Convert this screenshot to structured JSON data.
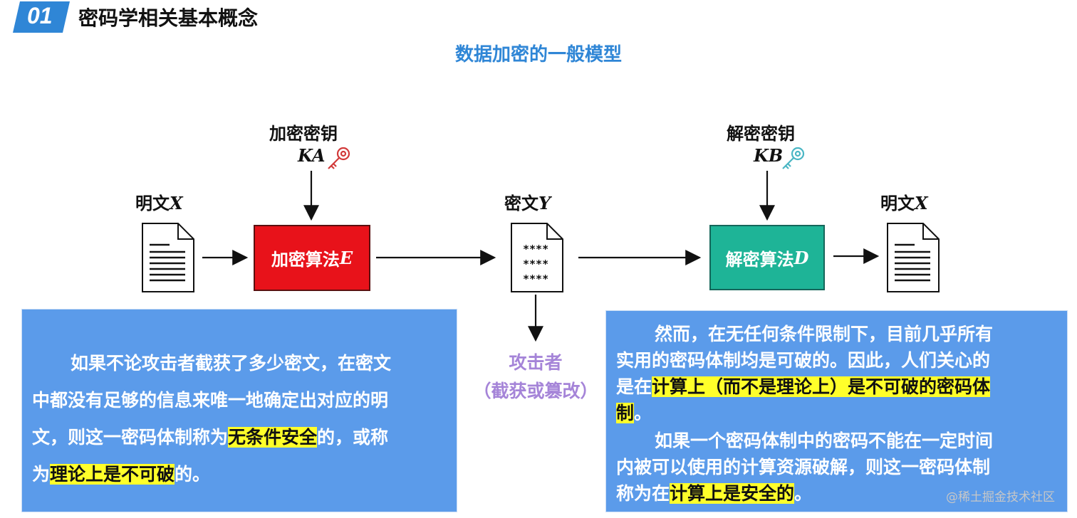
{
  "header": {
    "number": "01",
    "title": "密码学相关基本概念",
    "badge_color": "#2f86d6"
  },
  "diagram": {
    "title": "数据加密的一般模型",
    "plaintext_left": {
      "label": "明文",
      "var": "X"
    },
    "enc_key": {
      "label": "加密密钥",
      "var": "KA",
      "icon": "red-key-icon"
    },
    "enc_algo": {
      "label": "加密算法",
      "var": "E",
      "color": "#e8121a"
    },
    "ciphertext": {
      "label": "密文",
      "var": "Y",
      "lines": [
        "****",
        "****",
        "****"
      ]
    },
    "attacker": {
      "line1": "攻击者",
      "line2": "（截获或篡改）",
      "color": "#a584d8"
    },
    "dec_key": {
      "label": "解密密钥",
      "var": "KB",
      "icon": "teal-key-icon"
    },
    "dec_algo": {
      "label": "解密算法",
      "var": "D",
      "color": "#1eb497"
    },
    "plaintext_right": {
      "label": "明文",
      "var": "X"
    }
  },
  "left_panel": {
    "t1": "如果不论攻击者截获了多少密文，在密文",
    "t2": "中都没有足够的信息来唯一地确定出对应的明",
    "t3": "文，则这一密码体制称为",
    "h1": "无条件安全",
    "t4": "的，或称",
    "t5": "为",
    "h2": "理论上是不可破",
    "t6": "的。"
  },
  "right_panel": {
    "p1a": "然而，在无任何条件限制下，目前几乎所有",
    "p1b": "实用的密码体制均是可破的。因此，人们关心的",
    "p1c": "是在",
    "h1": "计算上（而不是理论上）是不可破的密码体",
    "h1b": "制",
    "p1d": "。",
    "p2a": "如果一个密码体制中的密码不能在一定时间",
    "p2b": "内被可以使用的计算资源破解，则这一密码体制",
    "p2c": "称为在",
    "h2": "计算上是安全的",
    "p2d": "。"
  },
  "watermark": "@稀土掘金技术社区",
  "colors": {
    "panel": "#5b9bea",
    "highlight": "#ffff2a",
    "title_blue": "#2f86d6"
  }
}
